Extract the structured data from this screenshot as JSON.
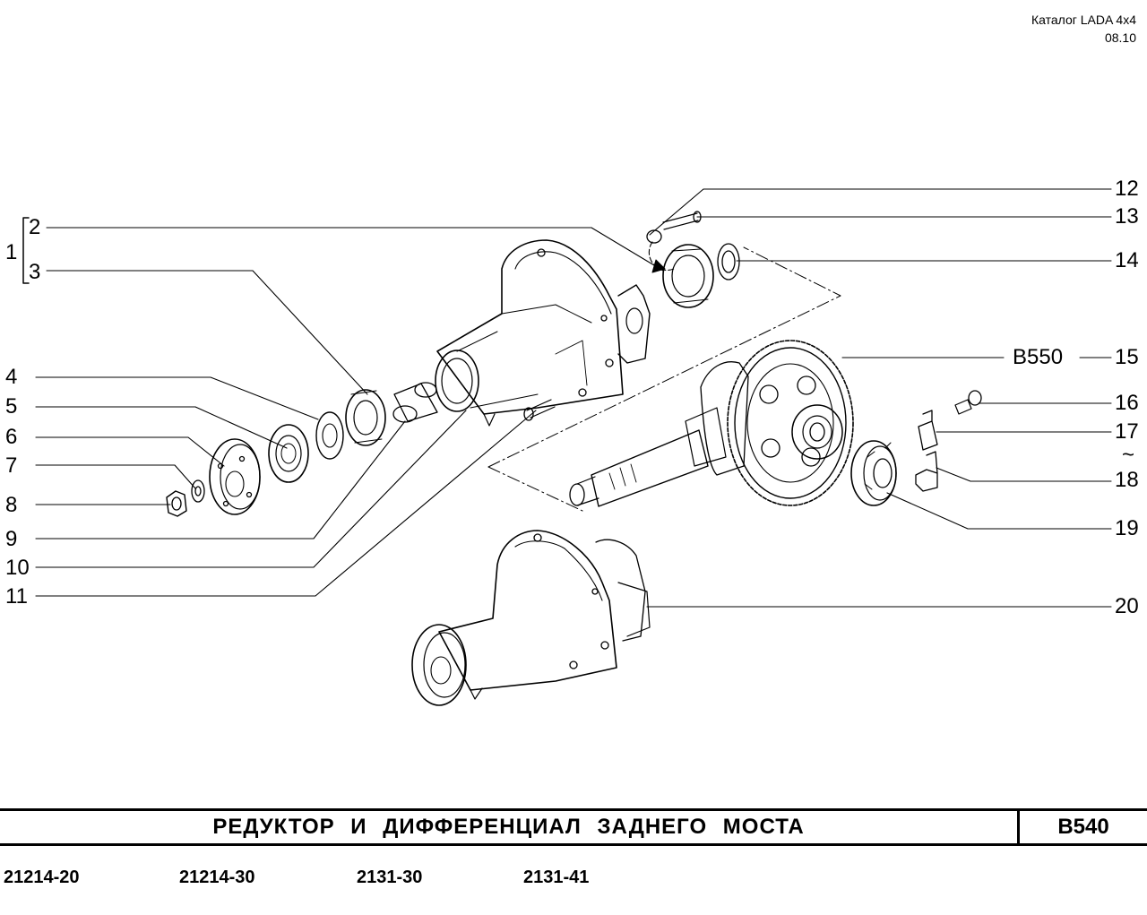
{
  "header": {
    "catalog": "Каталог  LADA  4x4",
    "date": "08.10"
  },
  "callouts": {
    "c1": "1",
    "c2": "2",
    "c3": "3",
    "c4": "4",
    "c5": "5",
    "c6": "6",
    "c7": "7",
    "c8": "8",
    "c9": "9",
    "c10": "10",
    "c11": "11",
    "c12": "12",
    "c13": "13",
    "c14": "14",
    "c15": "15",
    "c16": "16",
    "c17": "17",
    "tilde": "~",
    "c18": "18",
    "c19": "19",
    "c20": "20",
    "ref15": "B550"
  },
  "footer": {
    "title": "РЕДУКТОР   И   ДИФФЕРЕНЦИАЛ   ЗАДНЕГО   МОСТА",
    "code": "B540",
    "models": [
      "21214-20",
      "21214-30",
      "2131-30",
      "2131-41"
    ]
  },
  "colors": {
    "ink": "#000000",
    "paper": "#ffffff"
  }
}
